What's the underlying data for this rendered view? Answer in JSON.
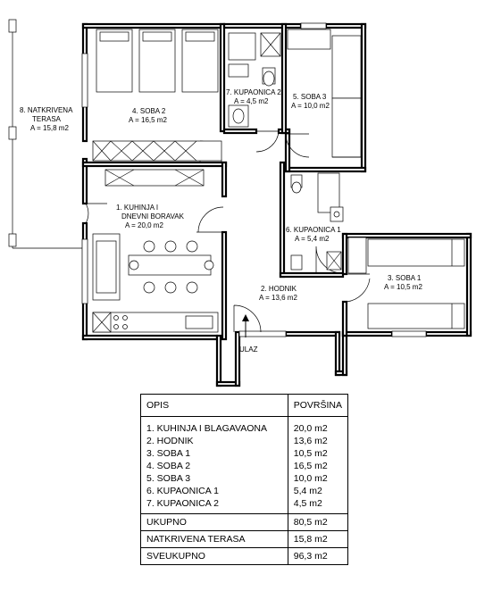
{
  "rooms": {
    "terrace": {
      "line1": "8. NATKRIVENA",
      "line2": "TERASA",
      "area": "A = 15,8 m2"
    },
    "soba2": {
      "line1": "4. SOBA 2",
      "area": "A = 16,5 m2"
    },
    "kupaonica2": {
      "line1": "7. KUPAONICA 2",
      "area": "A = 4,5 m2"
    },
    "soba3": {
      "line1": "5. SOBA 3",
      "area": "A = 10,0 m2"
    },
    "kuhinja": {
      "line1": "1. KUHINJA I",
      "line2": "DNEVNI BORAVAK",
      "area": "A = 20,0 m2"
    },
    "kupaonica1": {
      "line1": "6. KUPAONICA 1",
      "area": "A = 5,4 m2"
    },
    "hodnik": {
      "line1": "2. HODNIK",
      "area": "A = 13,6 m2"
    },
    "soba1": {
      "line1": "3. SOBA 1",
      "area": "A = 10,5 m2"
    },
    "entrance": "ULAZ"
  },
  "legend": {
    "header": {
      "col1": "OPIS",
      "col2": "POVRŠINA"
    },
    "items": [
      {
        "name": "1. KUHINJA I BLAGAVAONA",
        "area": "20,0 m2"
      },
      {
        "name": "2. HODNIK",
        "area": "13,6 m2"
      },
      {
        "name": "3. SOBA 1",
        "area": "10,5 m2"
      },
      {
        "name": "4. SOBA 2",
        "area": "16,5 m2"
      },
      {
        "name": "5. SOBA 3",
        "area": "10,0 m2"
      },
      {
        "name": "6. KUPAONICA 1",
        "area": "5,4 m2"
      },
      {
        "name": "7. KUPAONICA 2",
        "area": "4,5 m2"
      }
    ],
    "ukupno": {
      "name": "UKUPNO",
      "area": "80,5 m2"
    },
    "terasa": {
      "name": "NATKRIVENA TERASA",
      "area": "15,8 m2"
    },
    "sveukupno": {
      "name": "SVEUKUPNO",
      "area": "96,3 m2"
    }
  }
}
